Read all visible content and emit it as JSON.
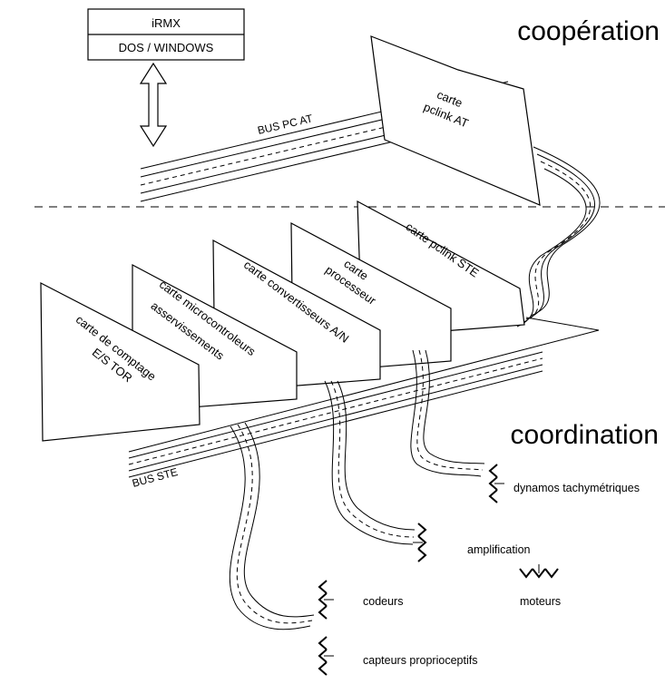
{
  "os_box": {
    "top": "iRMX",
    "bottom": "DOS / WINDOWS"
  },
  "levels": {
    "upper": "coopération",
    "lower": "coordination"
  },
  "buses": {
    "pc": "BUS PC AT",
    "ste": "BUS STE"
  },
  "boards": {
    "pclink_at": [
      "carte",
      "pclink AT"
    ],
    "pclink_ste": [
      "carte pclink STE"
    ],
    "processeur": [
      "carte",
      "processeur"
    ],
    "convertisseurs": [
      "carte convertisseurs A/N"
    ],
    "microcontroleurs": [
      "carte microcontroleurs",
      "asservissements"
    ],
    "comptage": [
      "carte de comptage",
      "E/S TOR"
    ]
  },
  "devices": {
    "dynamos": "dynamos tachymétriques",
    "amplification": "amplification",
    "moteurs": "moteurs",
    "codeurs": "codeurs",
    "capteurs": "capteurs proprioceptifs"
  },
  "icons": {
    "arrow": "double-arrow-icon",
    "signal": "signal-arrows-icon"
  }
}
